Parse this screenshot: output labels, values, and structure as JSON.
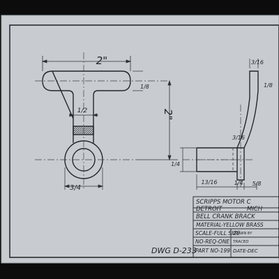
{
  "drawing": {
    "dims": {
      "width_top": "2\"",
      "height_main": "2\"",
      "thickness_top": "1/8",
      "stem_width": "1/2",
      "eye_width": "3/4",
      "side_top": "3/16",
      "side_curve": "1/8",
      "side_bend": "3/16",
      "side_offset": "1/4",
      "side_len1": "13/16",
      "side_len2": "1/4",
      "side_len3": "5/8"
    },
    "dwg_number": "DWG D-233"
  },
  "title_block": {
    "company_line1": "SCRIPPS MOTOR C",
    "company_line2a": "DETROIT",
    "company_line2b": "MICH",
    "part_name": "BELL CRANK BRACK",
    "material": "MATERIAL-YELLOW BRASS",
    "scale": "SCALE-FULL SIZE",
    "drawn_by": "DRAWN BY",
    "no_req": "NO-REQ-ONE",
    "traced": "TRACED",
    "part_no": "PART NO-199",
    "date": "DATE-DEC"
  }
}
